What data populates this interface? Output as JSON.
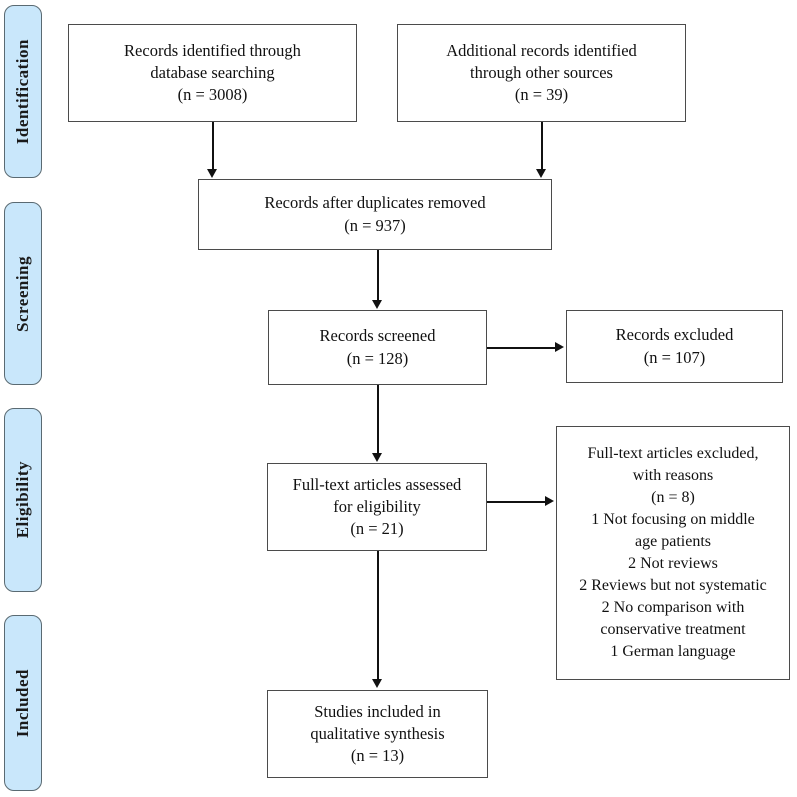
{
  "diagram": {
    "title": "PRISMA flow diagram",
    "type": "prisma-flow-diagram",
    "colors": {
      "stage_tab_fill": "#c9e7fb",
      "stage_tab_border": "#5a6a72",
      "box_border": "#4b4b4b",
      "box_fill": "#ffffff",
      "connector": "#111111",
      "text": "#111111",
      "background": "#ffffff"
    }
  },
  "stages": [
    {
      "id": "identification",
      "label": "Identification"
    },
    {
      "id": "screening",
      "label": "Screening"
    },
    {
      "id": "eligibility",
      "label": "Eligibility"
    },
    {
      "id": "included",
      "label": "Included"
    }
  ],
  "boxes": {
    "database_search": {
      "lines": [
        "Records identified through",
        "database searching",
        "(n = 3008)"
      ],
      "n": 3008
    },
    "other_sources": {
      "lines": [
        "Additional records identified",
        "through other sources",
        "(n = 39)"
      ],
      "n": 39
    },
    "duplicates_removed": {
      "lines": [
        "Records after duplicates removed",
        "(n = 937)"
      ],
      "n": 937
    },
    "records_screened": {
      "lines": [
        "Records screened",
        "(n = 128)"
      ],
      "n": 128
    },
    "records_excluded": {
      "lines": [
        "Records excluded",
        "(n = 107)"
      ],
      "n": 107
    },
    "fulltext_assessed": {
      "lines": [
        "Full-text articles assessed",
        "for eligibility",
        "(n = 21)"
      ],
      "n": 21
    },
    "fulltext_excluded": {
      "lines": [
        "Full-text articles excluded,",
        "with reasons",
        "(n = 8)",
        "1 Not focusing on middle",
        "age patients",
        "2 Not reviews",
        "2 Reviews but not systematic",
        "2 No comparison with",
        "conservative treatment",
        "1 German language"
      ],
      "n": 8
    },
    "studies_included": {
      "lines": [
        "Studies included in",
        "qualitative synthesis",
        "(n = 13)"
      ],
      "n": 13
    }
  }
}
